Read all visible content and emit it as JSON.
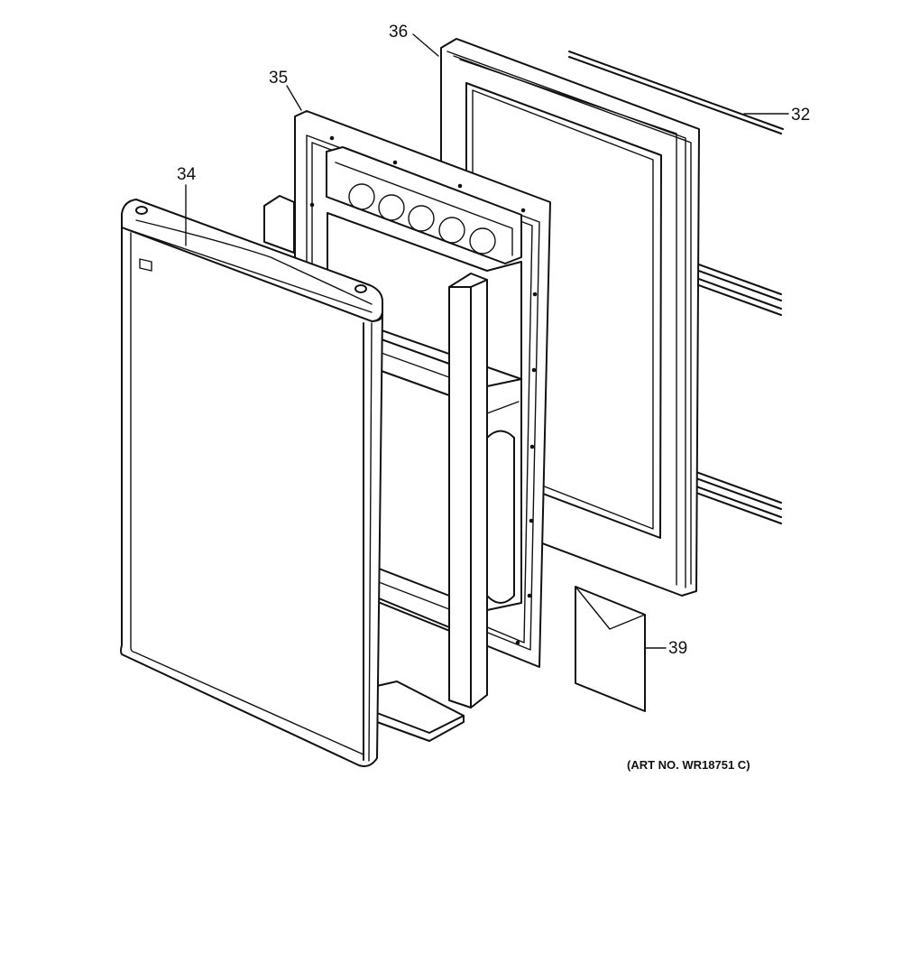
{
  "callouts": [
    {
      "id": "36",
      "label": "36"
    },
    {
      "id": "35",
      "label": "35"
    },
    {
      "id": "32",
      "label": "32"
    },
    {
      "id": "34",
      "label": "34"
    },
    {
      "id": "39",
      "label": "39"
    }
  ],
  "art_number": "(ART NO. WR18751 C)"
}
